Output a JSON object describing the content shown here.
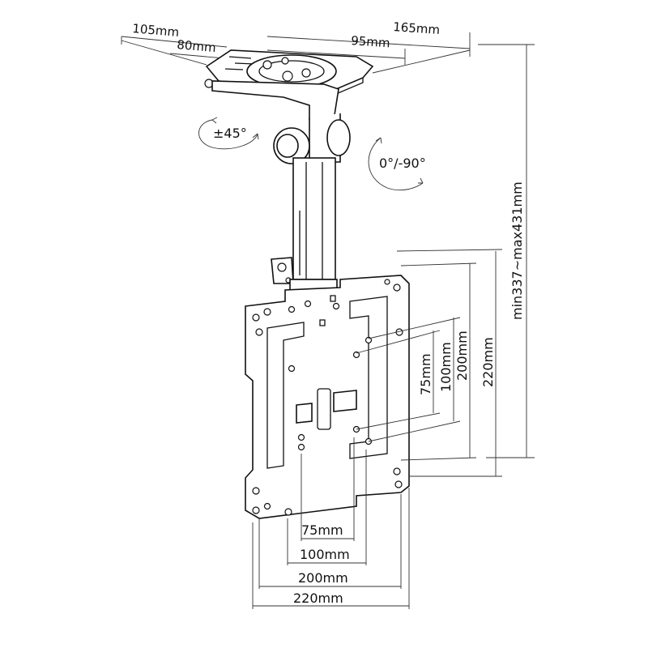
{
  "dimensions": {
    "top_outer_width": "105mm",
    "top_inner_width": "80mm",
    "top_depth": "165mm",
    "top_plate_span": "95mm",
    "height_range": "min337~max431mm",
    "vesa_h_75": "75mm",
    "vesa_h_100": "100mm",
    "vesa_h_200": "200mm",
    "vesa_h_220": "220mm",
    "vesa_v_75": "75mm",
    "vesa_v_100": "100mm",
    "vesa_v_200": "200mm",
    "vesa_v_220": "220mm"
  },
  "rotation": {
    "swivel": "±45°",
    "tilt": "0°/-90°"
  },
  "colors": {
    "line": "#111111",
    "background": "#ffffff"
  }
}
